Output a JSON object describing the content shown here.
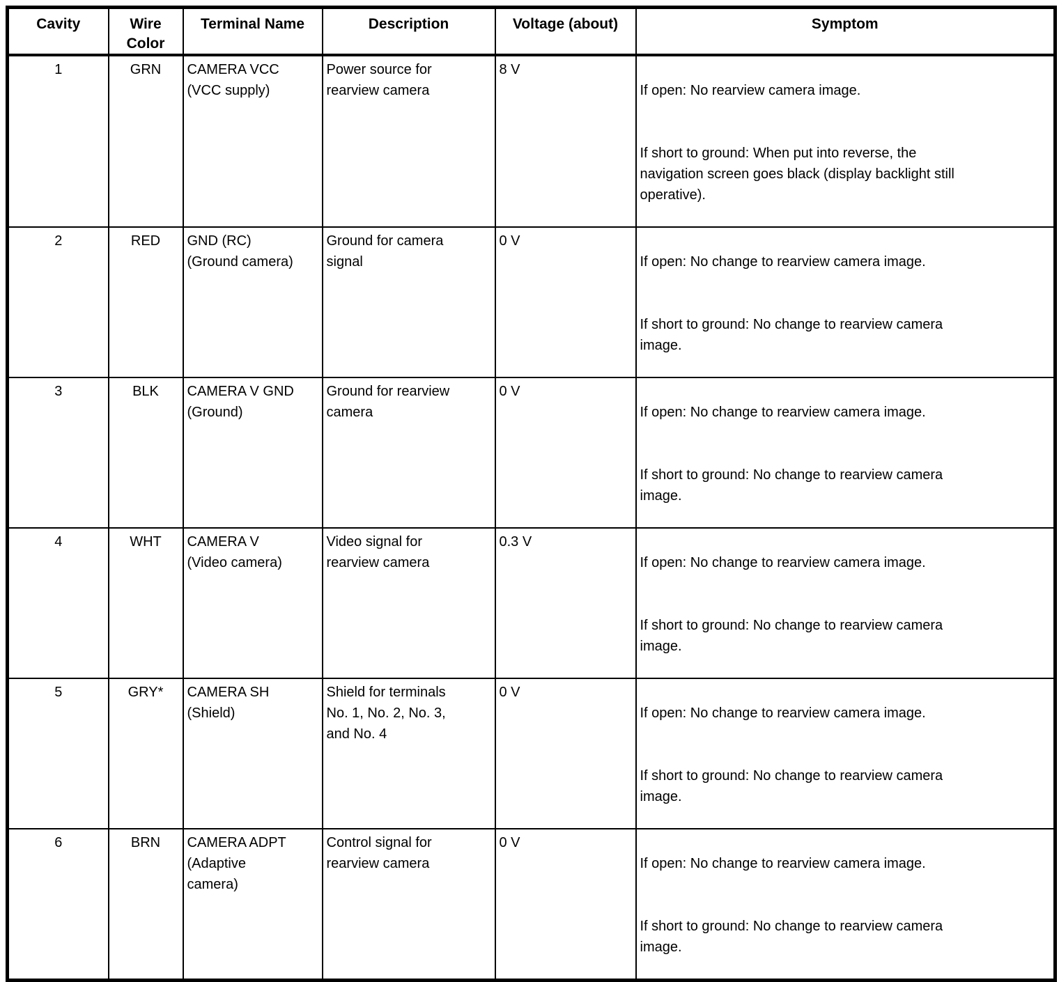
{
  "table": {
    "headers": {
      "cavity": "Cavity",
      "wire_color": "Wire\nColor",
      "terminal_name": "Terminal Name",
      "description": "Description",
      "voltage": "Voltage (about)",
      "symptom": "Symptom"
    },
    "rows": [
      {
        "cavity": "1",
        "wire_color": "GRN",
        "terminal_name": "CAMERA VCC\n(VCC supply)",
        "description": "Power source for\nrearview camera",
        "voltage": "8 V",
        "symptom_open": "If open: No rearview camera image.",
        "symptom_short": "If short to ground: When put into reverse, the\nnavigation screen goes black (display backlight still\noperative)."
      },
      {
        "cavity": "2",
        "wire_color": "RED",
        "terminal_name": "GND (RC)\n(Ground camera)",
        "description": "Ground for camera\nsignal",
        "voltage": "0 V",
        "symptom_open": "If open: No change to rearview camera image.",
        "symptom_short": "If short to ground: No change to rearview camera\nimage."
      },
      {
        "cavity": "3",
        "wire_color": "BLK",
        "terminal_name": "CAMERA V GND\n(Ground)",
        "description": "Ground for rearview\ncamera",
        "voltage": "0 V",
        "symptom_open": "If open: No change to rearview camera image.",
        "symptom_short": "If short to ground: No change to rearview camera\nimage."
      },
      {
        "cavity": "4",
        "wire_color": "WHT",
        "terminal_name": "CAMERA V\n(Video camera)",
        "description": "Video signal for\nrearview camera",
        "voltage": "0.3 V",
        "symptom_open": "If open: No change to rearview camera image.",
        "symptom_short": "If short to ground: No change to rearview camera\nimage."
      },
      {
        "cavity": "5",
        "wire_color": "GRY*",
        "terminal_name": "CAMERA SH\n(Shield)",
        "description": "Shield for terminals\nNo. 1, No. 2, No. 3,\nand No. 4",
        "voltage": "0 V",
        "symptom_open": "If open: No change to rearview camera image.",
        "symptom_short": "If short to ground: No change to rearview camera\nimage."
      },
      {
        "cavity": "6",
        "wire_color": "BRN",
        "terminal_name": "CAMERA ADPT\n(Adaptive\ncamera)",
        "description": "Control signal for\nrearview camera",
        "voltage": "0 V",
        "symptom_open": "If open: No change to rearview camera image.",
        "symptom_short": "If short to ground: No change to rearview camera\nimage."
      }
    ]
  }
}
